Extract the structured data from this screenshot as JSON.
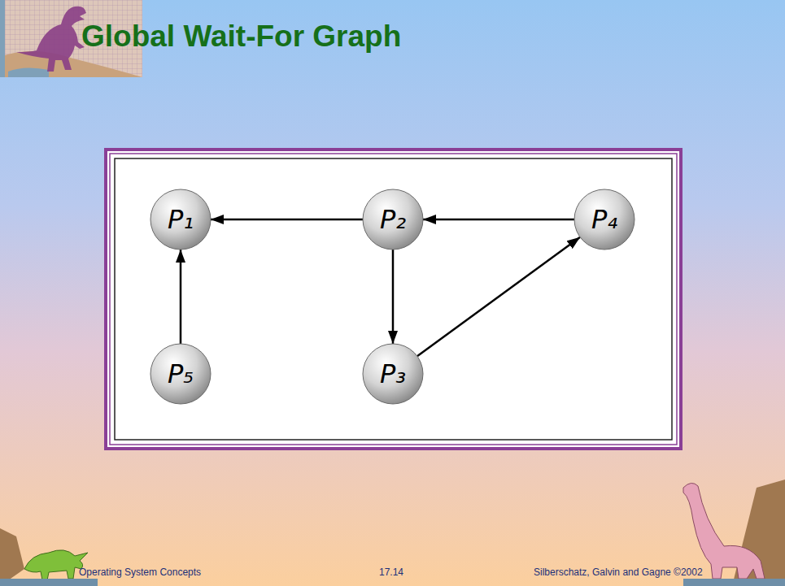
{
  "diagram": {
    "title": "Global Wait-For Graph",
    "nodes": [
      {
        "text": [
          "P₁"
        ]
      },
      {
        "text": [
          "P₂"
        ]
      },
      {
        "text": [
          "P₄"
        ]
      },
      {
        "text": [
          "P₅"
        ]
      },
      {
        "text": [
          "P₃"
        ]
      }
    ],
    "edges": [
      {
        "from": 1,
        "to": 0,
        "arrow": "to"
      },
      {
        "from": 2,
        "to": 1,
        "arrow": "to"
      },
      {
        "from": 1,
        "to": 4,
        "arrow": "to"
      },
      {
        "from": 4,
        "to": 2,
        "arrow": "to"
      },
      {
        "from": 3,
        "to": 0,
        "arrow": "to"
      }
    ],
    "labels": [
      "Operating System Concepts",
      "17.14",
      "Silberschatz, Galvin and Gagne ©2002"
    ]
  }
}
